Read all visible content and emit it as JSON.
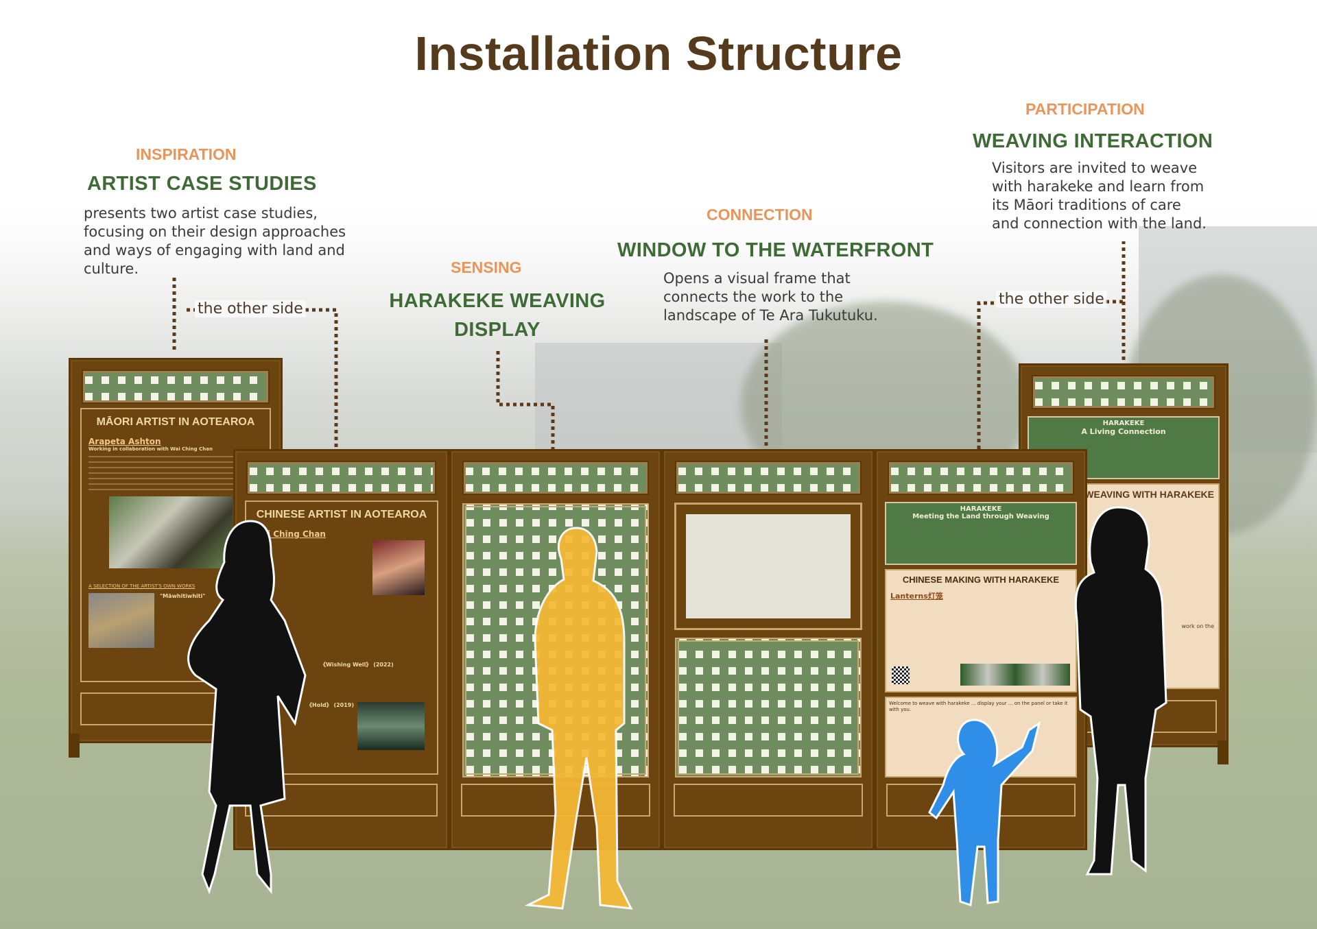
{
  "title": "Installation Structure",
  "sections": {
    "inspiration": {
      "label": "INSPIRATION",
      "heading": "ARTIST CASE STUDIES",
      "text": [
        "presents two artist case studies,",
        "focusing on their design approaches",
        "and ways of engaging with land and",
        "culture."
      ]
    },
    "sensing": {
      "label": "SENSING",
      "heading": [
        "HARAKEKE WEAVING",
        "DISPLAY"
      ]
    },
    "connection": {
      "label": "CONNECTION",
      "heading": "WINDOW TO THE WATERFRONT",
      "text": [
        "Opens a visual frame that",
        "connects the work to the",
        "landscape of Te Ara Tukutuku."
      ]
    },
    "participation": {
      "label": "PARTICIPATION",
      "heading": "WEAVING INTERACTION",
      "text": [
        "Visitors are invited to weave",
        "with harakeke and learn from",
        "its Māori traditions of care",
        "and connection with the land."
      ]
    }
  },
  "other_side_left": "the other side",
  "other_side_right": "the other side",
  "panels": {
    "maori": {
      "title": "MĀORI ARTIST IN AOTEAROA",
      "artist": "Arapeta Ashton",
      "subtitle": "Working in collaboration with Wai Ching Chan",
      "works_heading": "A SELECTION OF THE ARTIST'S OWN WORKS",
      "work_title": "\"Māwhitiwhiti\""
    },
    "chinese": {
      "title": "CHINESE ARTIST IN AOTEAROA",
      "artist": "Wai Ching Chan",
      "work1": "《Wishing Well》 (2022)",
      "work2": "《Hold》 (2019)"
    },
    "harakeke_front": {
      "heading": "HARAKEKE",
      "subheading": "Meeting the Land through Weaving",
      "making_title": "CHINESE MAKING WITH HARAKEKE",
      "lanterns": "Lanterns灯笼",
      "welcome": "Welcome to weave with harakeke ... display your ... on the panel or take it with you."
    },
    "harakeke_back": {
      "heading": "HARAKEKE",
      "subheading": "A Living Connection",
      "weaving_title": "WEAVING WITH HARAKEKE",
      "note": "work on the"
    }
  },
  "colors": {
    "title": "#563a1c",
    "label": "#e8955a",
    "heading": "#3e6a35",
    "panel": "#6b4410",
    "lattice": "#6f8d5f",
    "adult_figure": "#f6b935",
    "child_figure": "#2f8fe8"
  }
}
